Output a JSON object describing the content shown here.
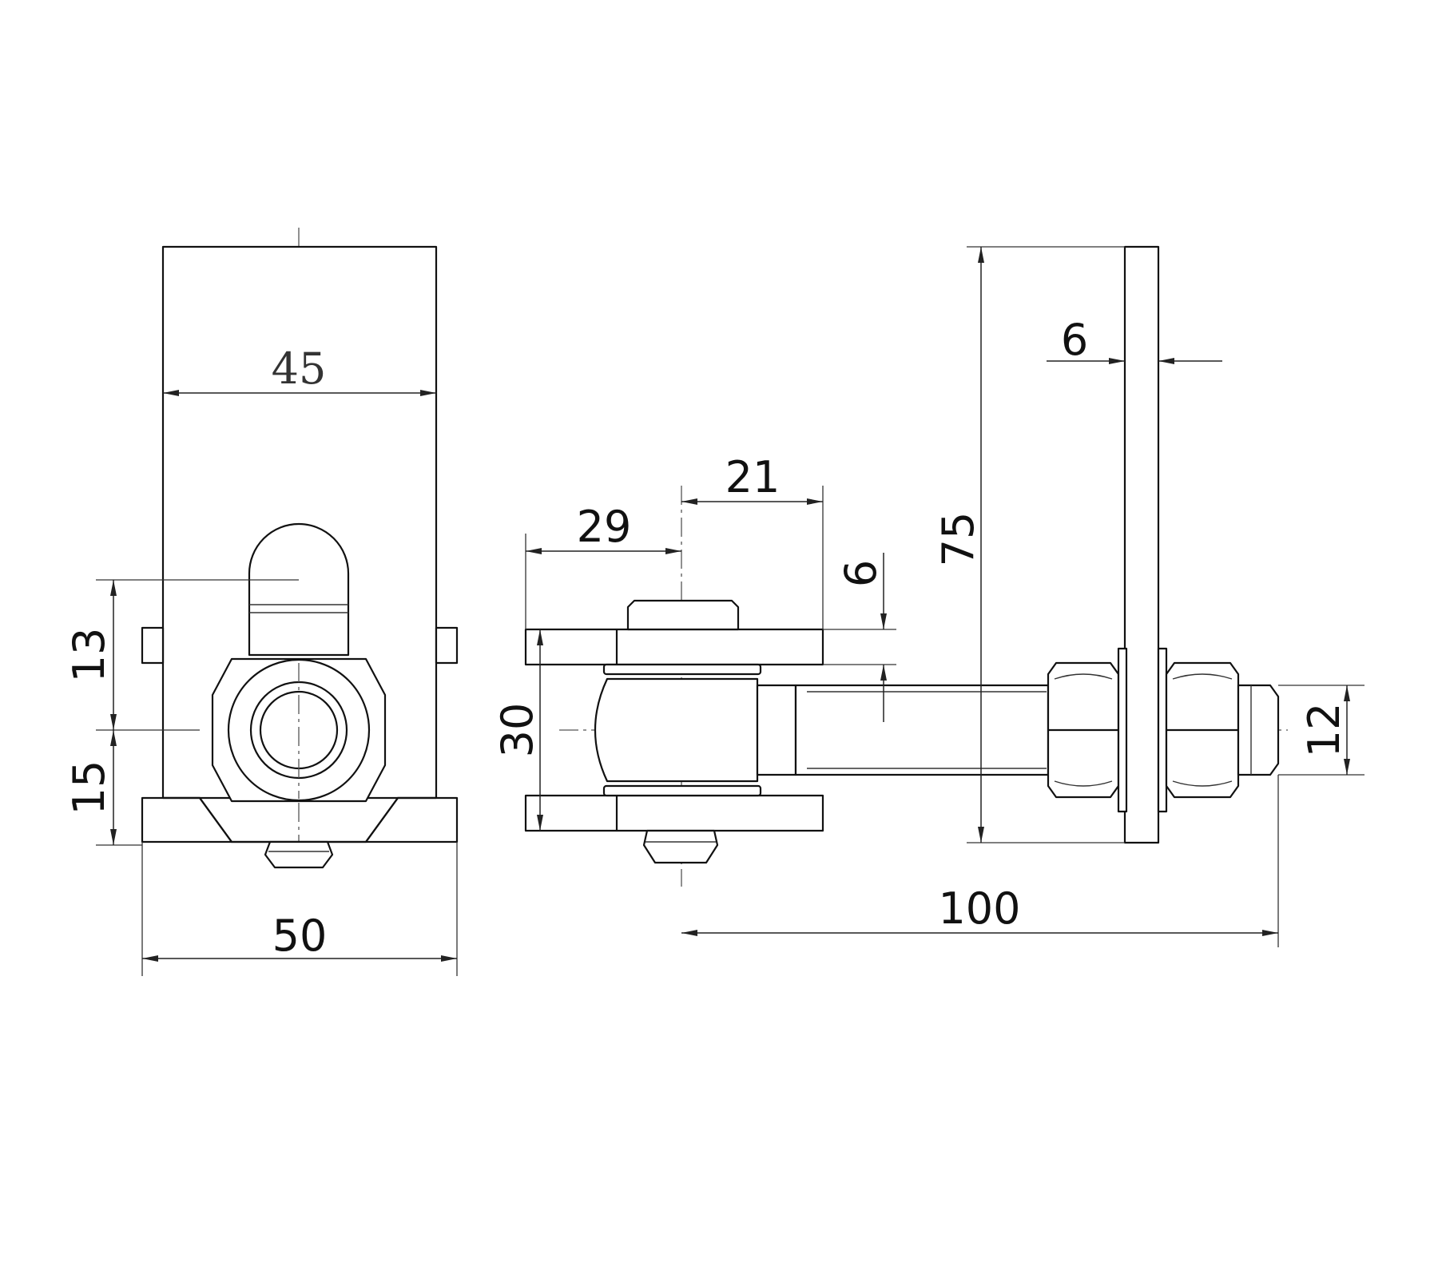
{
  "drawing": {
    "front_view": {
      "dimensions": {
        "plate_width": "45",
        "base_width": "50",
        "upper_offset": "13",
        "lower_offset": "15"
      }
    },
    "side_view": {
      "dimensions": {
        "plate_thickness": "6",
        "plate_height": "75",
        "eye_left": "29",
        "eye_right": "21",
        "washer_thickness": "6",
        "eye_height": "30",
        "thread_diameter": "12",
        "overall_length": "100"
      }
    },
    "colors": {
      "line": "#111111",
      "background": "#ffffff"
    }
  }
}
